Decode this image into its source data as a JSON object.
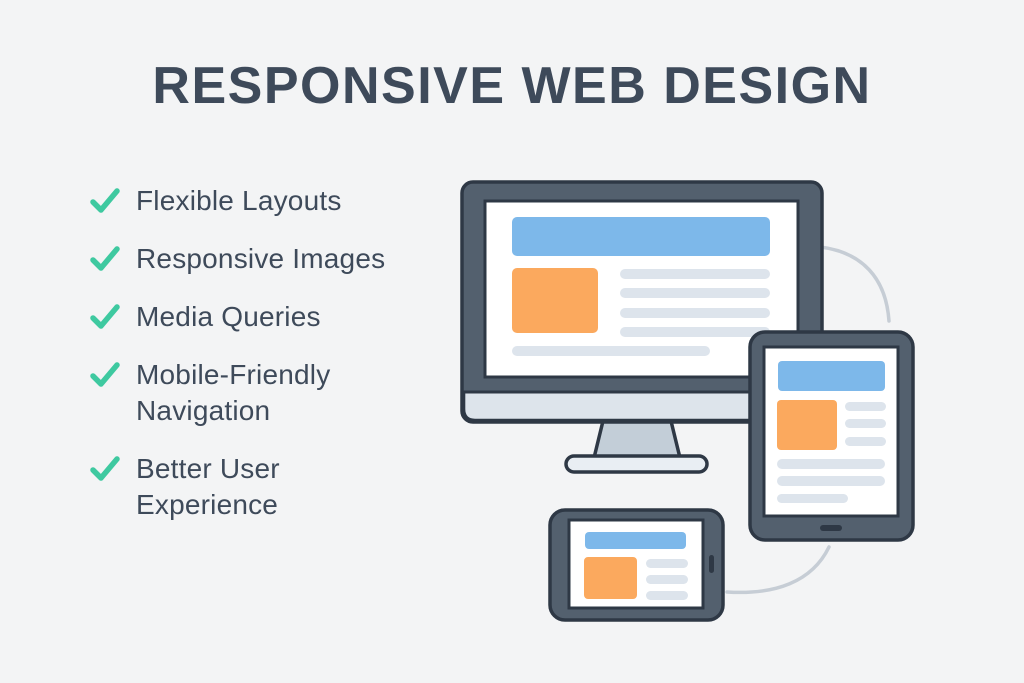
{
  "title": {
    "text": "RESPONSIVE WEB DESIGN"
  },
  "checklist": {
    "items": [
      {
        "label": "Flexible Layouts"
      },
      {
        "label": "Responsive Images"
      },
      {
        "label": "Media Queries"
      },
      {
        "label": "Mobile-Friendly\nNavigation"
      },
      {
        "label": "Better User\nExperience"
      }
    ]
  },
  "illustration": {
    "devices": [
      "desktop-monitor",
      "tablet",
      "smartphone"
    ],
    "connectors": [
      "monitor-to-tablet-arc",
      "phone-to-tablet-arc"
    ]
  },
  "colors": {
    "background": "#f3f4f5",
    "heading_text": "#3e4a5a",
    "checkmark_green": "#3ec9a0",
    "device_frame": "#53606e",
    "device_outline": "#2e3845",
    "header_blue": "#7db8ea",
    "image_orange": "#fba95e",
    "text_line_gray": "#dde4ec",
    "monitor_chin": "#dde4eb",
    "monitor_stand": "#c3ced8",
    "connector_gray": "#c6cdd5"
  }
}
